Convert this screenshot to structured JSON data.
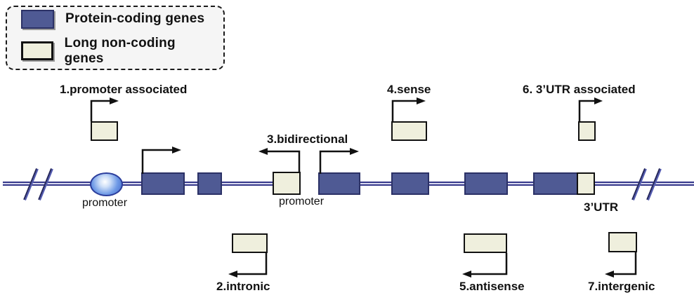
{
  "legend": {
    "items": [
      {
        "key": "protein",
        "label": "Protein-coding genes"
      },
      {
        "key": "lnc",
        "label": "Long non-coding genes"
      }
    ]
  },
  "annotations": {
    "promoter_associated": "1.promoter associated",
    "intronic": "2.intronic",
    "bidirectional": "3.bidirectional",
    "sense": "4.sense",
    "antisense": "5.antisense",
    "utr_associated": "6. 3’UTR associated",
    "intergenic": "7.intergenic",
    "promoter_left": "promoter",
    "promoter_mid": "promoter",
    "utr3": "3’UTR"
  },
  "colors": {
    "protein_fill": "#4f5a94",
    "protein_border": "#2b3166",
    "lnc_fill": "#efefdd",
    "lnc_border": "#111111",
    "line_dark": "#35388a",
    "line_light": "#d9d9ef",
    "promoter_border": "#2c3e9c",
    "ink": "#111111"
  }
}
